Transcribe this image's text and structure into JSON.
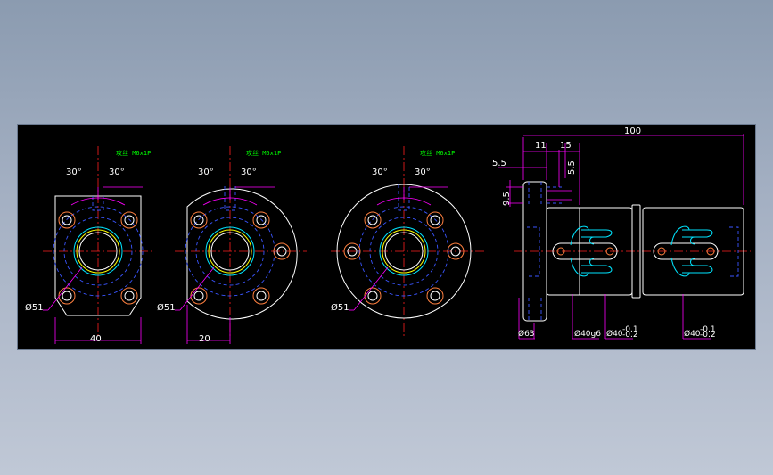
{
  "drawing": {
    "views": [
      {
        "note": "攻丝 M6x1P",
        "angle_left": "30°",
        "angle_right": "30°",
        "pcd_label": "Ø51",
        "width_label": "40"
      },
      {
        "note": "攻丝 M6x1P",
        "angle_left": "30°",
        "angle_right": "30°",
        "pcd_label": "Ø51",
        "width_label": "20"
      },
      {
        "note": "攻丝 M6x1P",
        "angle_left": "30°",
        "angle_right": "30°",
        "pcd_label": "Ø51"
      }
    ],
    "side_view": {
      "overall_length": "100",
      "dim_11": "11",
      "dim_15": "15",
      "dim_5_5_horizontal": "5.5",
      "dim_5_5_vertical": "5.5",
      "dim_9_5": "9.5",
      "flange_dia": "Ø63",
      "body_dia": "Ø40g6",
      "dia_a": "Ø40",
      "dia_a_tol_upper": "-0.1",
      "dia_a_tol_lower": "-0.2",
      "dia_b": "Ø40",
      "dia_b_tol_upper": "-0.1",
      "dia_b_tol_lower": "-0.2"
    }
  },
  "colors": {
    "background": "#000000",
    "dimension": "#ff00ff",
    "outline": "#ffffff",
    "hidden": "#3a55ff",
    "centerline": "#ff2020",
    "thread": "#00e5ff",
    "note": "#00ff00"
  }
}
